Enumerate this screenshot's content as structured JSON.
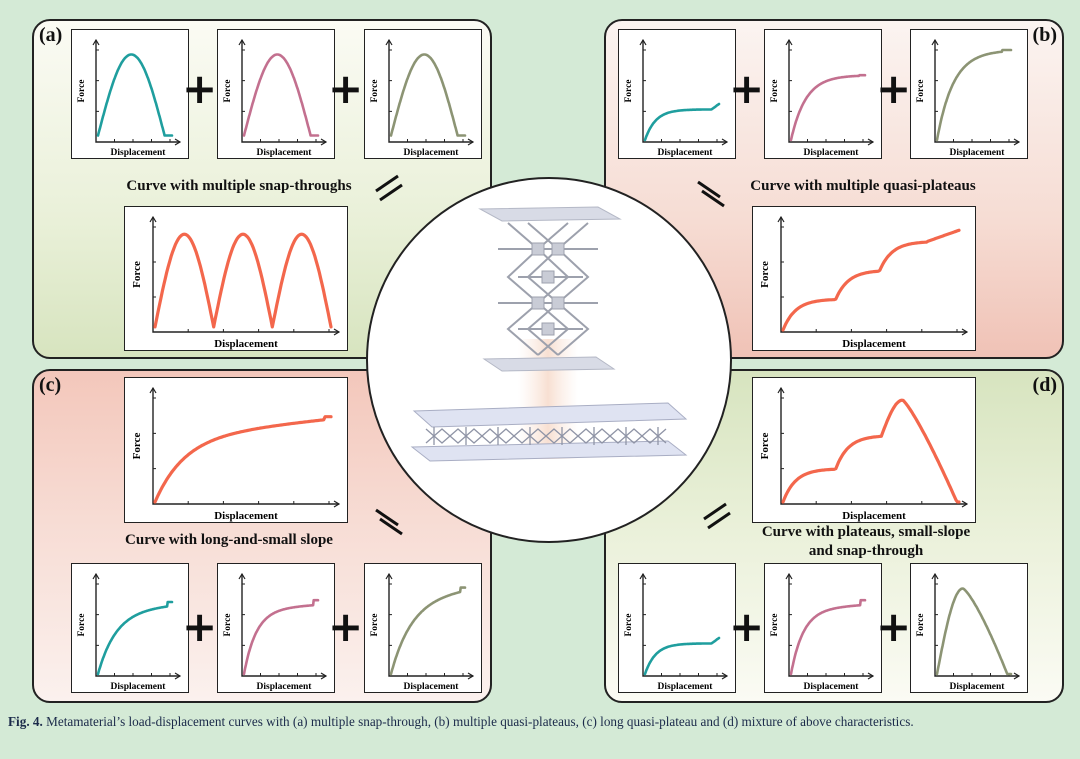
{
  "panels": {
    "a": {
      "label": "(a)",
      "title": "Curve with multiple snap-throughs",
      "small": [
        {
          "ylabel": "Force",
          "xlabel": "Displacement",
          "color": "#1f9e9e",
          "kind": "arch"
        },
        {
          "ylabel": "Force",
          "xlabel": "Displacement",
          "color": "#c3708f",
          "kind": "arch"
        },
        {
          "ylabel": "Force",
          "xlabel": "Displacement",
          "color": "#8c9474",
          "kind": "arch"
        }
      ],
      "big": {
        "ylabel": "Force",
        "xlabel": "Displacement",
        "color": "#f3674c",
        "kind": "triple-arch"
      }
    },
    "b": {
      "label": "(b)",
      "title": "Curve with multiple quasi-plateaus",
      "small": [
        {
          "ylabel": "Force",
          "xlabel": "Displacement",
          "color": "#1f9e9e",
          "kind": "plateau-low"
        },
        {
          "ylabel": "Force",
          "xlabel": "Displacement",
          "color": "#c3708f",
          "kind": "plateau-mid"
        },
        {
          "ylabel": "Force",
          "xlabel": "Displacement",
          "color": "#8c9474",
          "kind": "plateau-high"
        }
      ],
      "big": {
        "ylabel": "Force",
        "xlabel": "Displacement",
        "color": "#f3674c",
        "kind": "staircase"
      }
    },
    "c": {
      "label": "(c)",
      "title": "Curve with long-and-small slope",
      "small": [
        {
          "ylabel": "Force",
          "xlabel": "Displacement",
          "color": "#1f9e9e",
          "kind": "slope-a"
        },
        {
          "ylabel": "Force",
          "xlabel": "Displacement",
          "color": "#c3708f",
          "kind": "slope-b"
        },
        {
          "ylabel": "Force",
          "xlabel": "Displacement",
          "color": "#8c9474",
          "kind": "slope-c"
        }
      ],
      "big": {
        "ylabel": "Force",
        "xlabel": "Displacement",
        "color": "#f3674c",
        "kind": "long-slope"
      }
    },
    "d": {
      "label": "(d)",
      "title_line1": "Curve with plateaus, small-slope",
      "title_line2": "and snap-through",
      "small": [
        {
          "ylabel": "Force",
          "xlabel": "Displacement",
          "color": "#1f9e9e",
          "kind": "plateau-low"
        },
        {
          "ylabel": "Force",
          "xlabel": "Displacement",
          "color": "#c3708f",
          "kind": "slope-b"
        },
        {
          "ylabel": "Force",
          "xlabel": "Displacement",
          "color": "#8c9474",
          "kind": "arch-early"
        }
      ],
      "big": {
        "ylabel": "Force",
        "xlabel": "Displacement",
        "color": "#f3674c",
        "kind": "mixture"
      }
    }
  },
  "operators": {
    "plus": "+"
  },
  "caption": {
    "fig": "Fig. 4.",
    "text": "Metamaterial’s load-displacement curves with (a) multiple snap-through, (b) multiple quasi-plateaus, (c) long quasi-plateau and (d) mixture of above characteristics."
  }
}
